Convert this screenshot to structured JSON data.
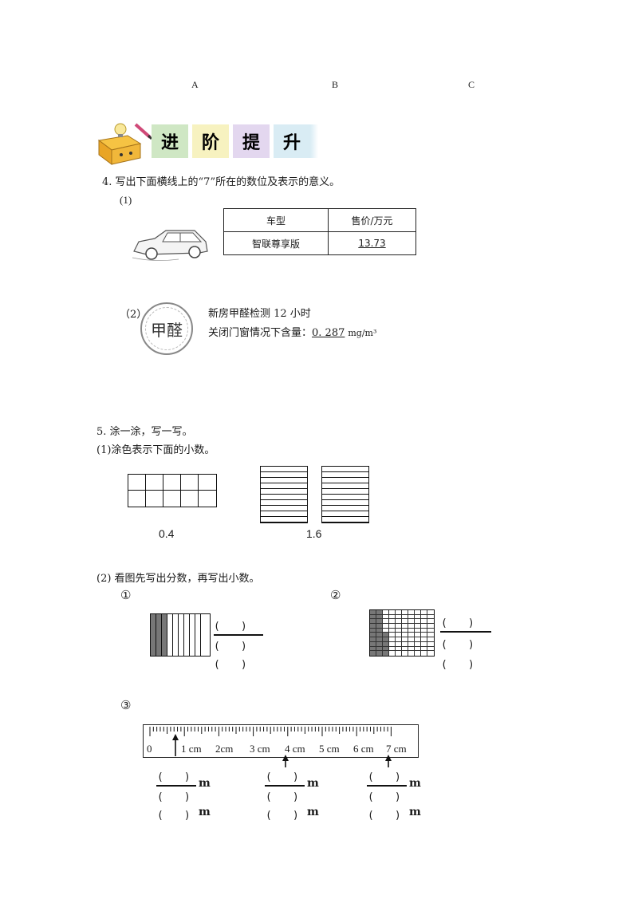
{
  "options": {
    "a": "A",
    "b": "B",
    "c": "C"
  },
  "banner": {
    "chars": [
      "进",
      "阶",
      "提",
      "升"
    ]
  },
  "q4": {
    "prompt": "4. 写出下面横线上的“7”所在的数位及表示的意义。",
    "part1_label": "(1)",
    "table": {
      "header": [
        "车型",
        "售价/万元"
      ],
      "row": [
        "智联尊享版",
        "13.73"
      ]
    },
    "part2_label": "（2）",
    "stamp_text": "甲醛",
    "line1": "新房甲醛检测 12 小时",
    "line2_prefix": "关闭门窗情况下含量：",
    "line2_value": "0. 287",
    "line2_unit": "mg/m³"
  },
  "q5": {
    "prompt": "5. 涂一涂，写一写。",
    "part1": "(1)涂色表示下面的小数。",
    "dec1": "0.4",
    "dec2": "1.6",
    "part2": "(2) 看图先写出分数，再写出小数。",
    "c1": "①",
    "c2": "②",
    "c3": "③",
    "paren": "(　　)",
    "shaded_cols_fig1": 3,
    "ruler_labels": [
      "0",
      "1 cm",
      "2cm",
      "3 cm",
      "4 cm",
      "5 cm",
      "6 cm",
      "7 cm"
    ],
    "unit": "m"
  }
}
